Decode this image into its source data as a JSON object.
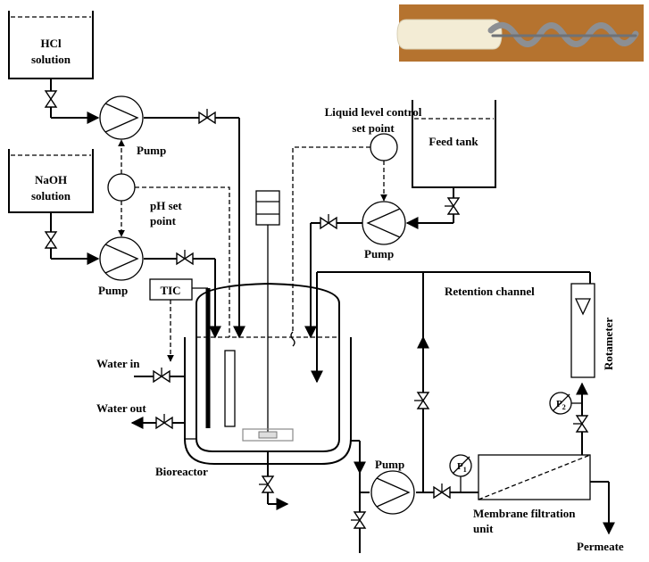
{
  "labels": {
    "hcl": [
      "HCl",
      "solution"
    ],
    "naoh": [
      "NaOH",
      "solution"
    ],
    "pump_hcl": "Pump",
    "pump_naoh": "Pump",
    "pump_feed": "Pump",
    "pump_recirc": "Pump",
    "ph_setpoint": [
      "pH set",
      "point"
    ],
    "level_setpoint": [
      "Liquid level control",
      "set point"
    ],
    "feed_tank": "Feed tank",
    "tic": "TIC",
    "water_in": "Water in",
    "water_out": "Water out",
    "bioreactor": "Bioreactor",
    "retention_channel": "Retention channel",
    "rotameter": "Rotameter",
    "p1": "P",
    "p1_sub": "1",
    "p2": "P",
    "p2_sub": "2",
    "membrane": [
      "Membrane filtration",
      "unit"
    ],
    "permeate": "Permeate"
  },
  "photo": {
    "description_icon": "helical-ribbon-impeller-photo",
    "background_color": "#b5732f",
    "tube_color": "#f3ecd5",
    "metal_color": "#8c8f93"
  }
}
